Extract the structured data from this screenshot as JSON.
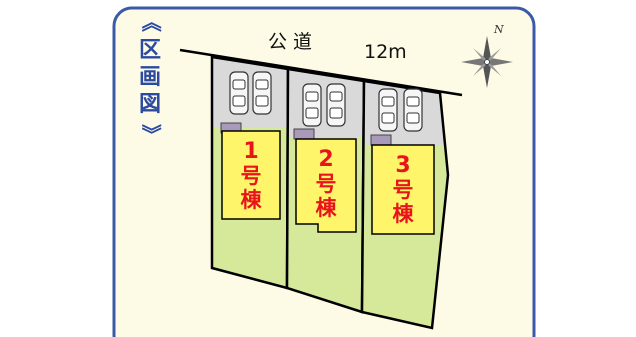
{
  "frame": {
    "title_top": "《",
    "title_chars": [
      "区",
      "画",
      "図"
    ],
    "title_bottom": "》",
    "border_color": "#3a5aa8",
    "background": "#fdfbe6"
  },
  "road": {
    "label_kanji": "公 道",
    "label_width": "12m"
  },
  "compass": {
    "north_label": "N"
  },
  "lots": [
    {
      "number": "1",
      "suffix": [
        "号",
        "棟"
      ]
    },
    {
      "number": "2",
      "suffix": [
        "号",
        "棟"
      ]
    },
    {
      "number": "3",
      "suffix": [
        "号",
        "棟"
      ]
    }
  ],
  "colors": {
    "lawn": "#d6e99b",
    "parking": "#d9d9d9",
    "house": "#fff56a",
    "house_text": "#e8141b",
    "entry": "#a89ab8",
    "outline": "#000000"
  }
}
